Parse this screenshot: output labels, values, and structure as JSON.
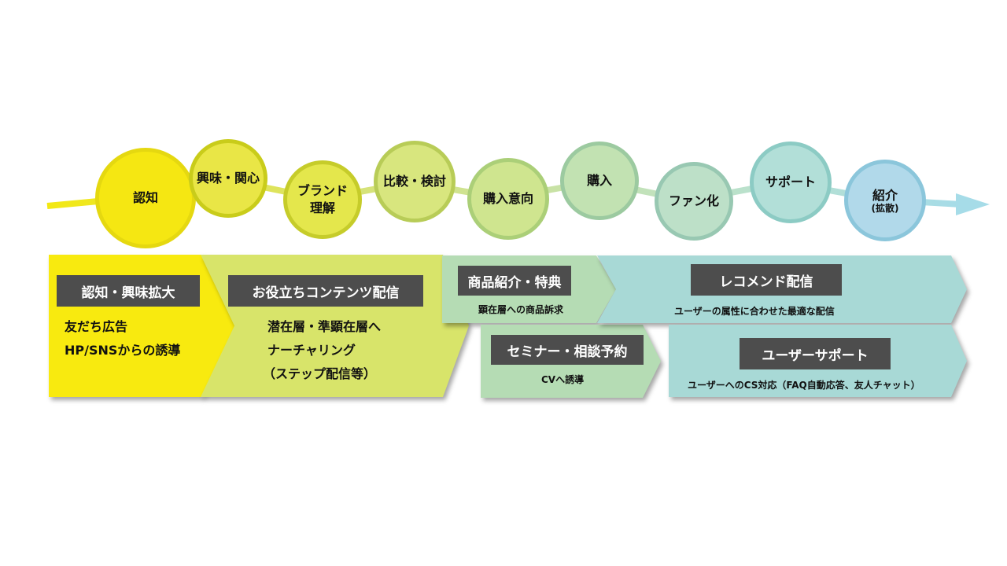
{
  "colors": {
    "yellow": "#f8ea0f",
    "lime": "#d8e46a",
    "mint": "#b5dcb4",
    "aqua": "#a8d9d6",
    "label_bg": "#4d4d4d",
    "arrow": "#a6dce8"
  },
  "stages": [
    {
      "label": "認知",
      "fill": "#f5e712",
      "ring": "#e5d810"
    },
    {
      "label": "興味・関心",
      "fill": "#e9e646",
      "ring": "#c9cc1a"
    },
    {
      "label": "ブランド\n理解",
      "fill": "#e4e74c",
      "ring": "#c6cc2a"
    },
    {
      "label": "比較・検討",
      "fill": "#d8e67e",
      "ring": "#b8cc57"
    },
    {
      "label": "購入意向",
      "fill": "#cfe58f",
      "ring": "#abcf78"
    },
    {
      "label": "購入",
      "fill": "#c2e2b2",
      "ring": "#9ccaa0"
    },
    {
      "label": "ファン化",
      "fill": "#bde0c8",
      "ring": "#98c8b2"
    },
    {
      "label": "サポート",
      "fill": "#b2dfd8",
      "ring": "#8ccbc4"
    },
    {
      "label": "紹介",
      "sub": "(拡散)",
      "fill": "#b1d9ea",
      "ring": "#8bc6db"
    }
  ],
  "phases": {
    "awareness": {
      "title": "認知・興味拡大",
      "lines": [
        "友だち広告",
        "HP/SNSからの誘導"
      ]
    },
    "content": {
      "title": "お役立ちコンテンツ配信",
      "lines": [
        "潜在層・準顕在層へ",
        "ナーチャリング",
        "（ステップ配信等）"
      ]
    },
    "product": {
      "title": "商品紹介・特典",
      "lines": [
        "顕在層への商品訴求"
      ]
    },
    "seminar": {
      "title": "セミナー・相談予約",
      "lines": [
        "CVへ誘導"
      ]
    },
    "recommend": {
      "title": "レコメンド配信",
      "lines": [
        "ユーザーの属性に合わせた最適な配信"
      ]
    },
    "support": {
      "title": "ユーザーサポート",
      "lines": [
        "ユーザーへのCS対応（FAQ自動応答、友人チャット）"
      ]
    }
  }
}
